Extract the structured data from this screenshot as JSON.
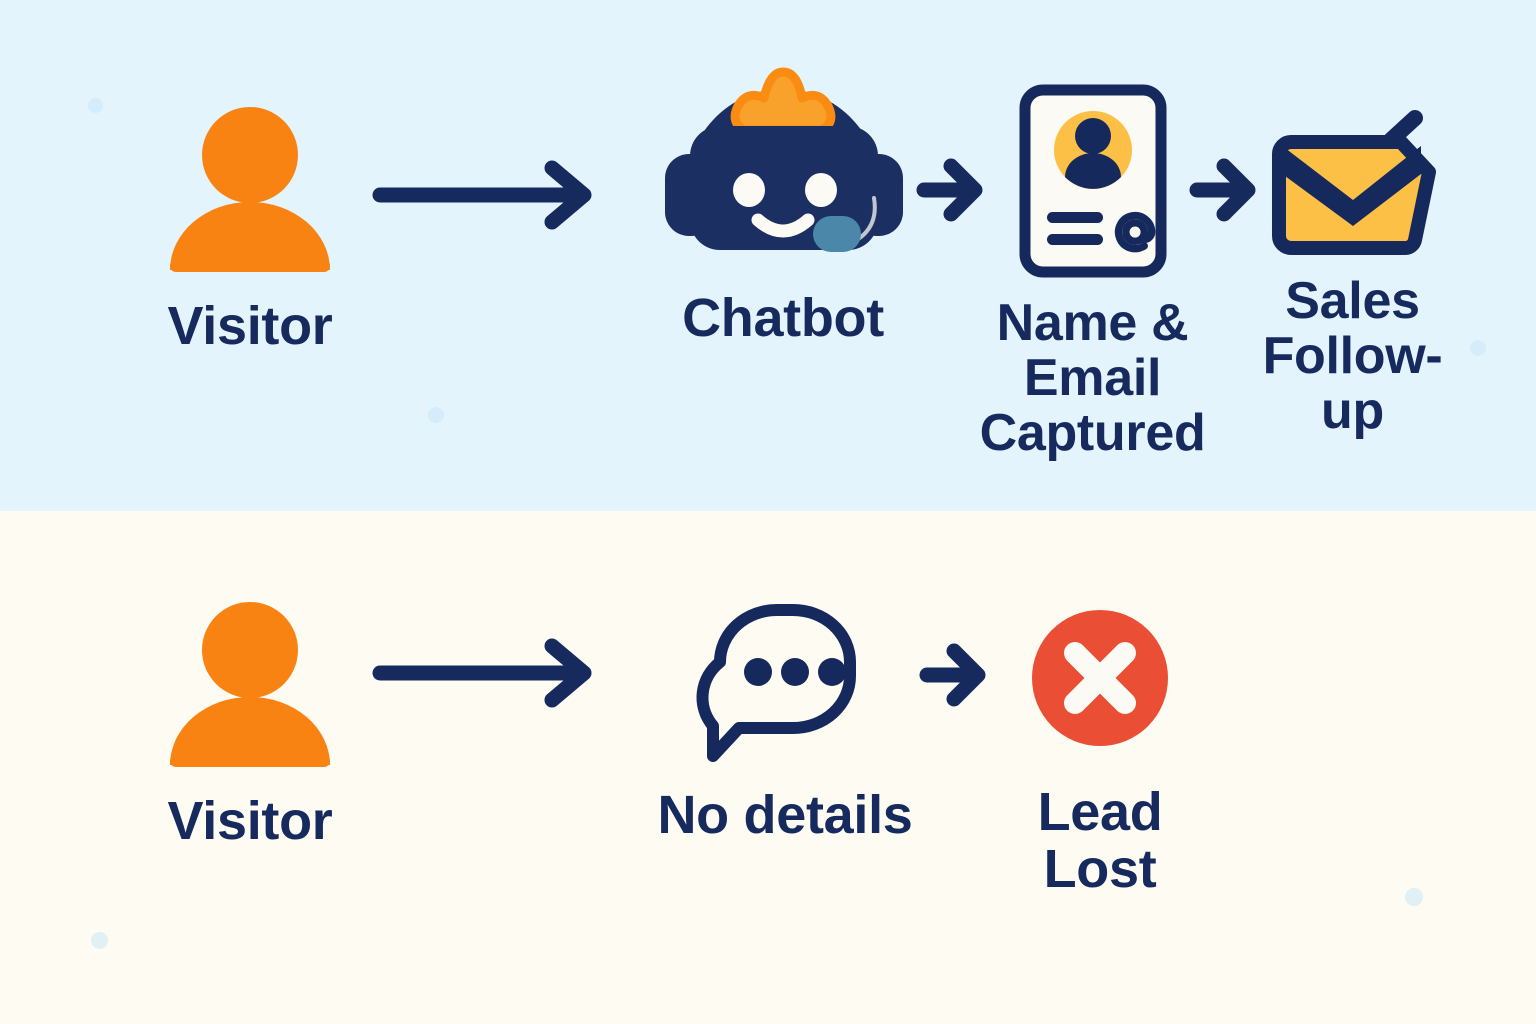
{
  "theme": {
    "navy": "#162a5e",
    "orange": "#f98312",
    "amber": "#fcc047",
    "red": "#ea4f35",
    "teal": "#4a87a8",
    "band_top_bg": "#e4f4fd",
    "band_bottom_bg": "#fdfbf2",
    "card_bg": "#fbfaf5",
    "dot_color": "#c9e8f8"
  },
  "diagram": {
    "type": "flow-comparison",
    "rows": [
      {
        "id": "with-chatbot",
        "background": "#e4f4fd",
        "nodes": [
          {
            "id": "visitor-top",
            "icon": "person-icon",
            "label": "Visitor"
          },
          {
            "id": "chatbot",
            "icon": "chatbot-robot-icon",
            "label": "Chatbot"
          },
          {
            "id": "captured",
            "icon": "contact-card-icon",
            "label": "Name & Email Captured"
          },
          {
            "id": "follow-up",
            "icon": "envelope-send-icon",
            "label": "Sales Follow-up"
          }
        ],
        "arrows": [
          {
            "id": "arrow-visitor-to-chatbot",
            "style": "long"
          },
          {
            "id": "arrow-chatbot-to-captured",
            "style": "short"
          },
          {
            "id": "arrow-captured-to-followup",
            "style": "short"
          }
        ]
      },
      {
        "id": "without-chatbot",
        "background": "#fdfbf2",
        "nodes": [
          {
            "id": "visitor-bottom",
            "icon": "person-icon",
            "label": "Visitor"
          },
          {
            "id": "no-details",
            "icon": "speech-bubble-icon",
            "label": "No details"
          },
          {
            "id": "lead-lost",
            "icon": "error-circle-icon",
            "label": "Lead Lost"
          }
        ],
        "arrows": [
          {
            "id": "arrow-visitor-to-nodetails",
            "style": "long"
          },
          {
            "id": "arrow-nodetails-to-leadlost",
            "style": "short"
          }
        ]
      }
    ]
  },
  "labels": {
    "visitor_top": "Visitor",
    "chatbot": "Chatbot",
    "captured_l1": "Name &",
    "captured_l2": "Email",
    "captured_l3": "Captured",
    "followup_l1": "Sales",
    "followup_l2": "Follow-up",
    "visitor_bottom": "Visitor",
    "no_details": "No details",
    "lead_lost_l1": "Lead",
    "lead_lost_l2": "Lost"
  },
  "icons": {
    "person": "person-icon",
    "chatbot": "chatbot-robot-icon",
    "card": "contact-card-icon",
    "envelope": "envelope-send-icon",
    "bubble": "speech-bubble-icon",
    "error": "error-circle-icon",
    "at_symbol": "@"
  }
}
